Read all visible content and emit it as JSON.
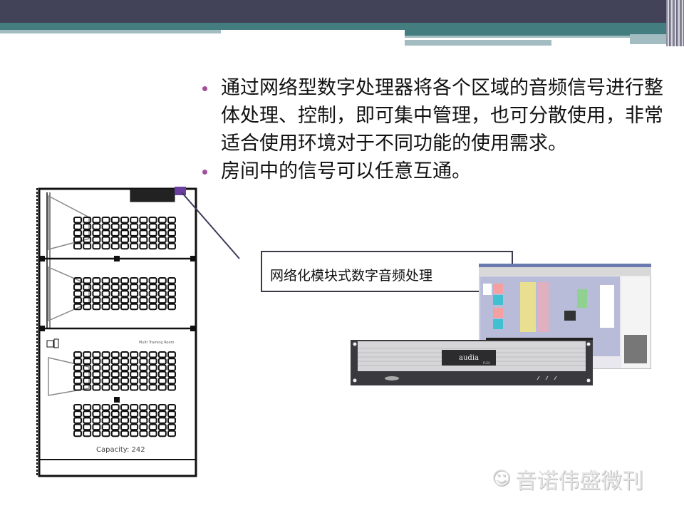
{
  "slide": {
    "bullets": [
      "通过网络型数字处理器将各个区域的音频信号进行整体处理、控制，即可集中管理，也可分散使用，非常适合使用环境对于不同功能的使用需求。",
      "房间中的信号可以任意互通。"
    ],
    "callout_label": "网络化模块式数字音频处理",
    "floorplan": {
      "capacity_label": "Capacity: 242",
      "room_label": "Multi Training Room"
    },
    "device": {
      "brand": "audia",
      "model": "FLEX"
    },
    "watermark": "音诺伟盛微刊"
  },
  "colors": {
    "header": "#424259",
    "teal": "#437d80",
    "bullet": "#a0509a",
    "marker": "#6b3fa0"
  }
}
